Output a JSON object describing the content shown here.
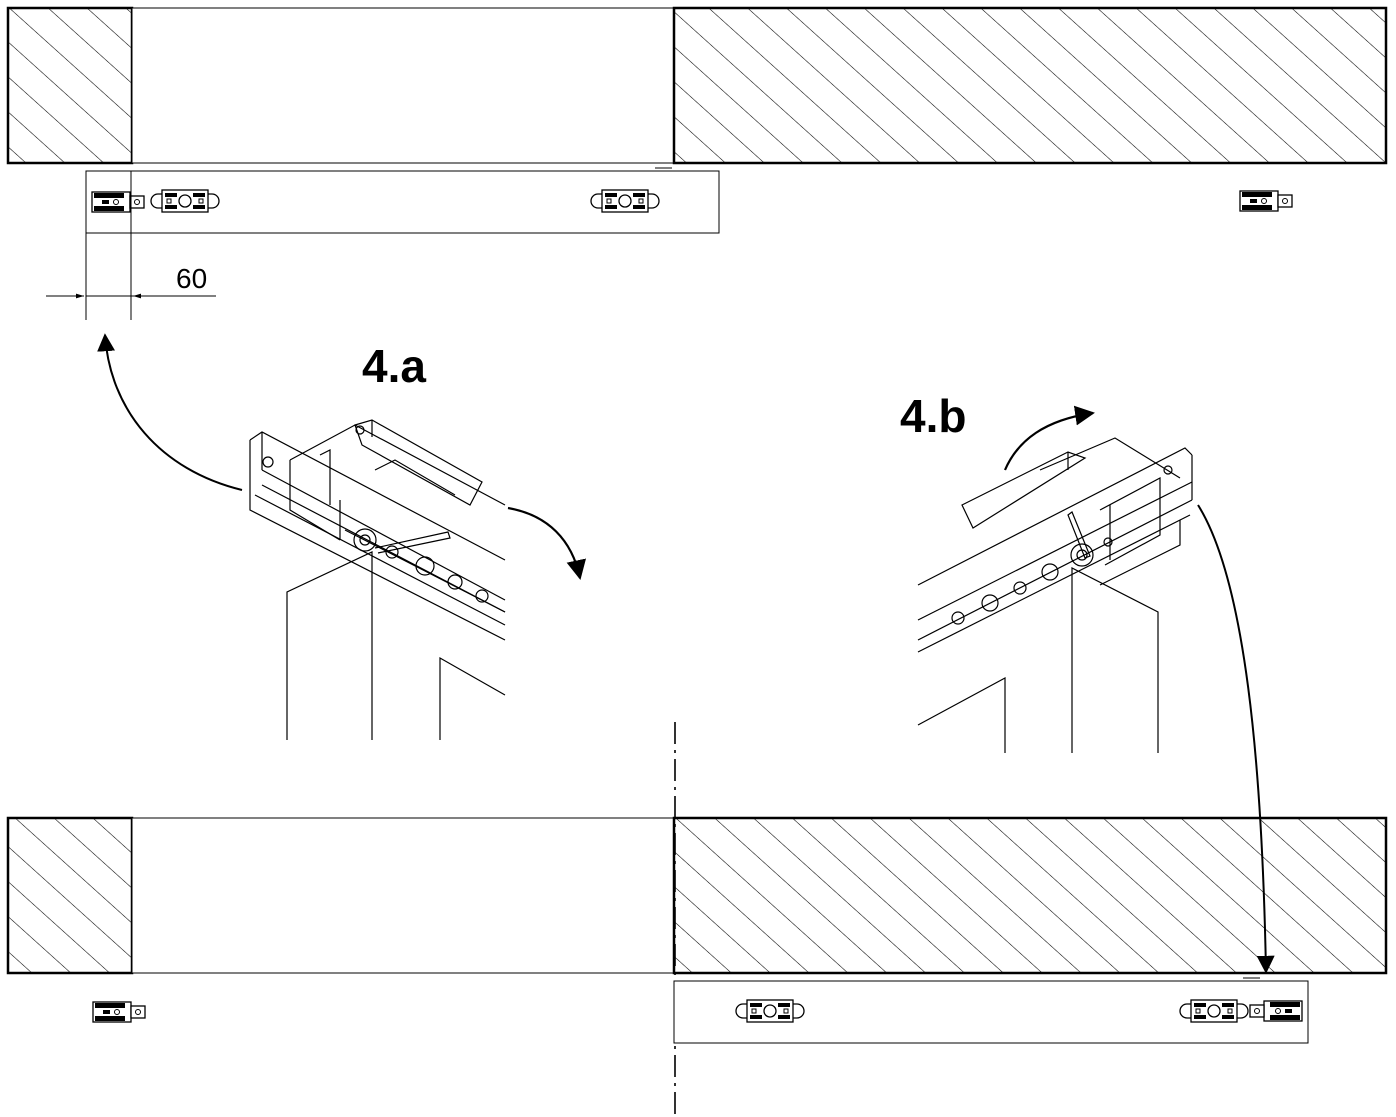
{
  "labels": {
    "step_a": "4.a",
    "step_b": "4.b",
    "dimension": "60"
  },
  "colors": {
    "line": "#000000",
    "background": "#ffffff"
  }
}
